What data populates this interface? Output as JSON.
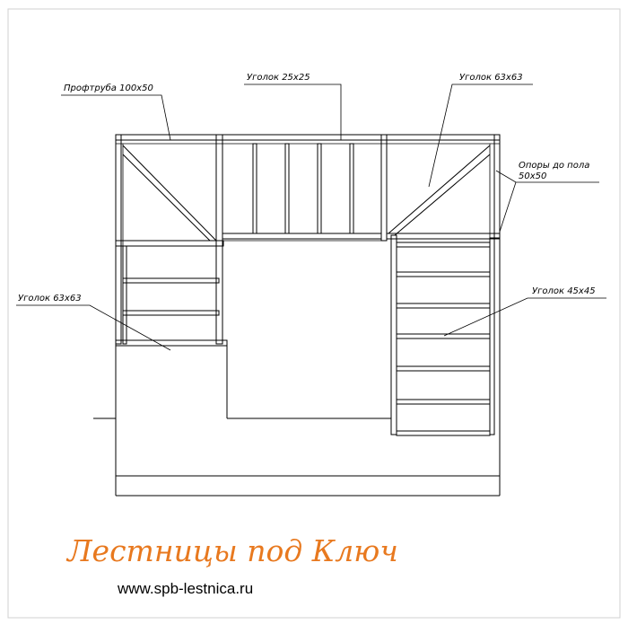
{
  "labels": {
    "profile_pipe": "Профтруба 100х50",
    "angle_25": "Уголок 25х25",
    "angle_63_top": "Уголок 63х63",
    "supports": "Опоры до пола",
    "supports_size": "50х50",
    "angle_63_left": "Уголок 63х63",
    "angle_45": "Уголок 45х45"
  },
  "footer": {
    "brand": "Лестницы под Ключ",
    "url": "www.spb-lestnica.ru"
  },
  "colors": {
    "brand": "#e8791f",
    "line": "#000000",
    "frame_border": "#d0d0d0"
  }
}
